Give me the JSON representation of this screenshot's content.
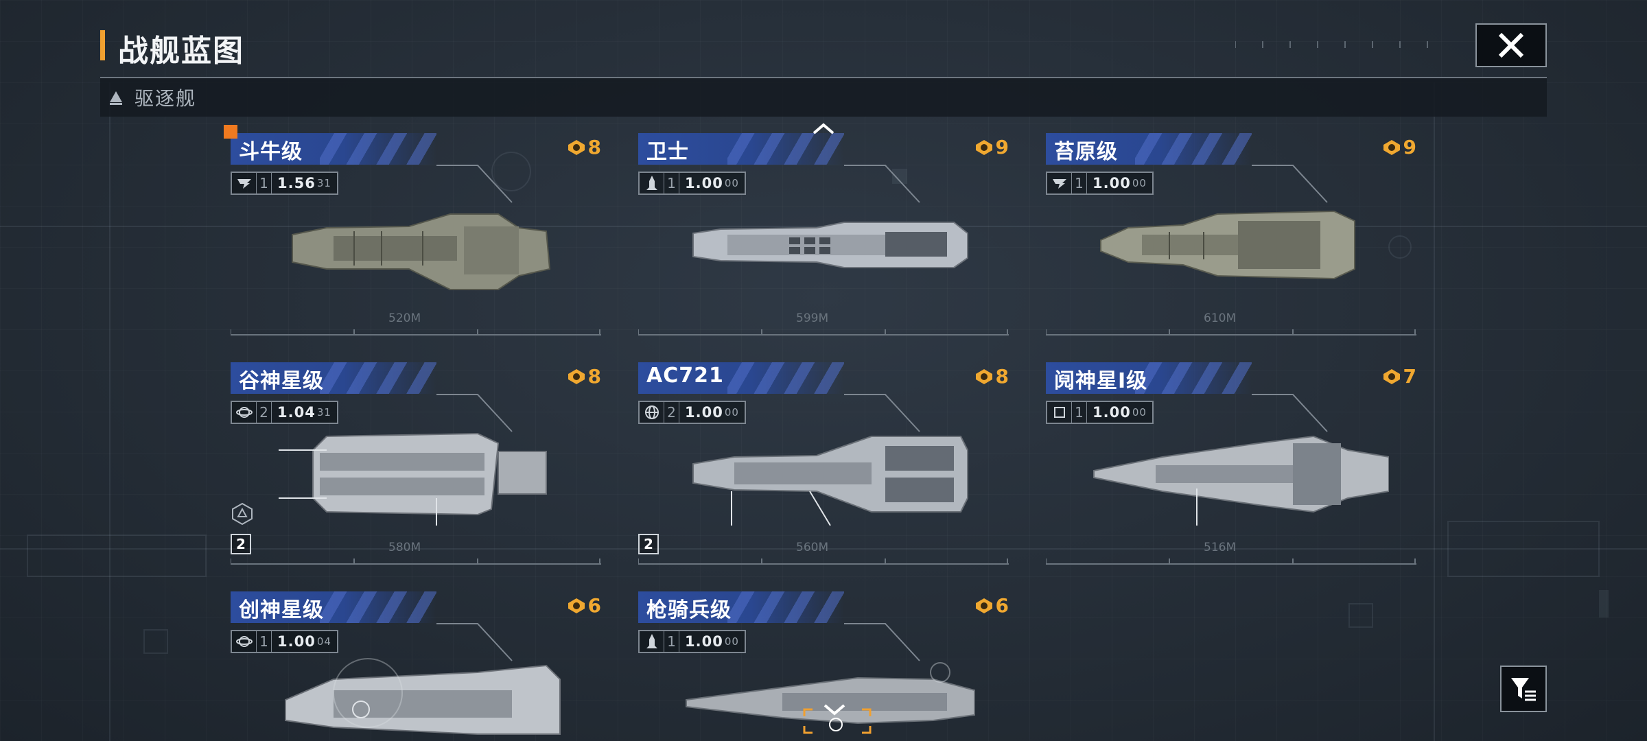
{
  "header": {
    "title": "战舰蓝图"
  },
  "section": {
    "label": "驱逐舰"
  },
  "ships": [
    {
      "name": "斗牛级",
      "cost": "8",
      "tier": "1",
      "version_main": "1.56",
      "version_sub": "31",
      "type_icon": "wing-icon",
      "length": "520M"
    },
    {
      "name": "卫士",
      "cost": "9",
      "tier": "1",
      "version_main": "1.00",
      "version_sub": "00",
      "type_icon": "rocket-icon",
      "length": "599M"
    },
    {
      "name": "苔原级",
      "cost": "9",
      "tier": "1",
      "version_main": "1.00",
      "version_sub": "00",
      "type_icon": "wing-icon",
      "length": "610M"
    },
    {
      "name": "谷神星级",
      "cost": "8",
      "tier": "2",
      "version_main": "1.04",
      "version_sub": "31",
      "type_icon": "planet-icon",
      "length": "580M",
      "badge": "2"
    },
    {
      "name": "AC721",
      "cost": "8",
      "tier": "2",
      "version_main": "1.00",
      "version_sub": "00",
      "type_icon": "globe-icon",
      "length": "560M",
      "badge": "2"
    },
    {
      "name": "阋神星Ⅰ级",
      "cost": "7",
      "tier": "1",
      "version_main": "1.00",
      "version_sub": "00",
      "type_icon": "square-icon",
      "length": "516M"
    },
    {
      "name": "创神星级",
      "cost": "6",
      "tier": "1",
      "version_main": "1.00",
      "version_sub": "04",
      "type_icon": "planet-icon"
    },
    {
      "name": "枪骑兵级",
      "cost": "6",
      "tier": "1",
      "version_main": "1.00",
      "version_sub": "00",
      "type_icon": "rocket-icon"
    }
  ],
  "colors": {
    "accent": "#f0a030",
    "cost": "#f0a830",
    "title_band": "#2d4d9e",
    "background": "#27303a"
  },
  "icons": {
    "close": "close-icon",
    "filter": "filter-icon",
    "section": "triangle-icon",
    "cost": "cost-coin-icon"
  }
}
